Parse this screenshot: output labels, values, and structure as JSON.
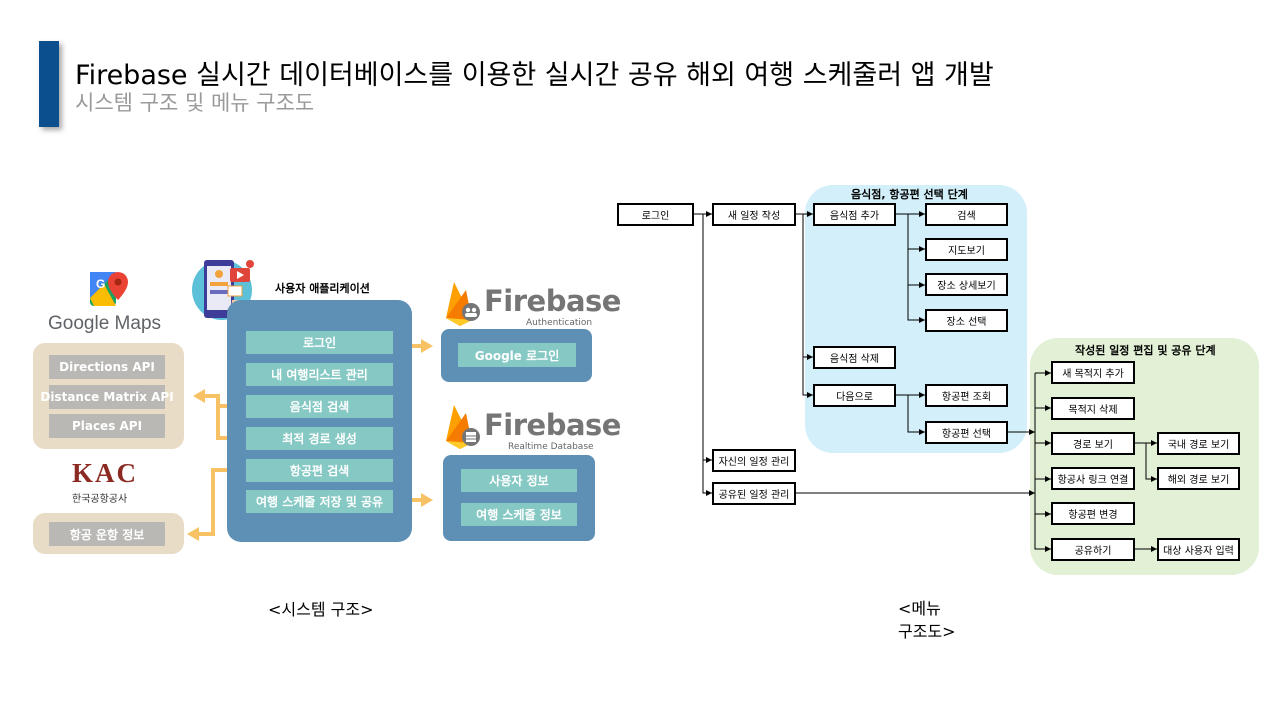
{
  "title": "Firebase 실시간 데이터베이스를 이용한 실시간 공유 해외 여행 스케줄러 앱 개발",
  "subtitle": "시스템 구조 및 메뉴 구조도",
  "system": {
    "caption": "<시스템 구조>",
    "google_maps": {
      "logo_text": "Google Maps",
      "apis": [
        "Directions API",
        "Distance Matrix API",
        "Places API"
      ]
    },
    "kac": {
      "logo_text": "KAC",
      "name": "한국공항공사",
      "items": [
        "항공 운항 정보"
      ]
    },
    "app": {
      "label": "사용자 애플리케이션",
      "items": [
        "로그인",
        "내 여행리스트 관리",
        "음식점 검색",
        "최적 경로 생성",
        "항공편 검색",
        "여행 스케줄 저장 및 공유"
      ]
    },
    "firebase_auth": {
      "name": "Firebase",
      "sub": "Authentication",
      "items": [
        "Google 로그인"
      ]
    },
    "firebase_db": {
      "name": "Firebase",
      "sub": "Realtime Database",
      "items": [
        "사용자 정보",
        "여행 스케줄 정보"
      ]
    },
    "colors": {
      "arrow": "#f6c264",
      "panel": "#5e8fb4",
      "item": "#86c9c4",
      "tan": "#e8dcc7",
      "gray": "#b9b8b5"
    }
  },
  "menu": {
    "caption_line1": "<메뉴",
    "caption_line2": "구조도>",
    "stage1_label": "음식점, 항공편 선택 단계",
    "stage2_label": "작성된 일정 편집 및 공유 단계",
    "boxes": {
      "login": "로그인",
      "new_schedule": "새 일정 작성",
      "add_restaurant": "음식점 추가",
      "search": "검색",
      "map_view": "지도보기",
      "place_detail": "장소 상세보기",
      "place_select": "장소 선택",
      "delete_restaurant": "음식점 삭제",
      "next": "다음으로",
      "flight_lookup": "항공편 조회",
      "flight_select": "항공편 선택",
      "my_schedule": "자신의 일정 관리",
      "shared_schedule": "공유된 일정 관리",
      "add_destination": "새 목적지 추가",
      "delete_destination": "목적지 삭제",
      "route_view": "경로 보기",
      "domestic_route": "국내 경로 보기",
      "overseas_route": "해외 경로 보기",
      "airline_link": "항공사 링크 연결",
      "flight_change": "항공편 변경",
      "share": "공유하기",
      "target_user": "대상 사용자 입력"
    },
    "colors": {
      "stage1": "#d2effa",
      "stage2": "#e2f1d6"
    }
  }
}
